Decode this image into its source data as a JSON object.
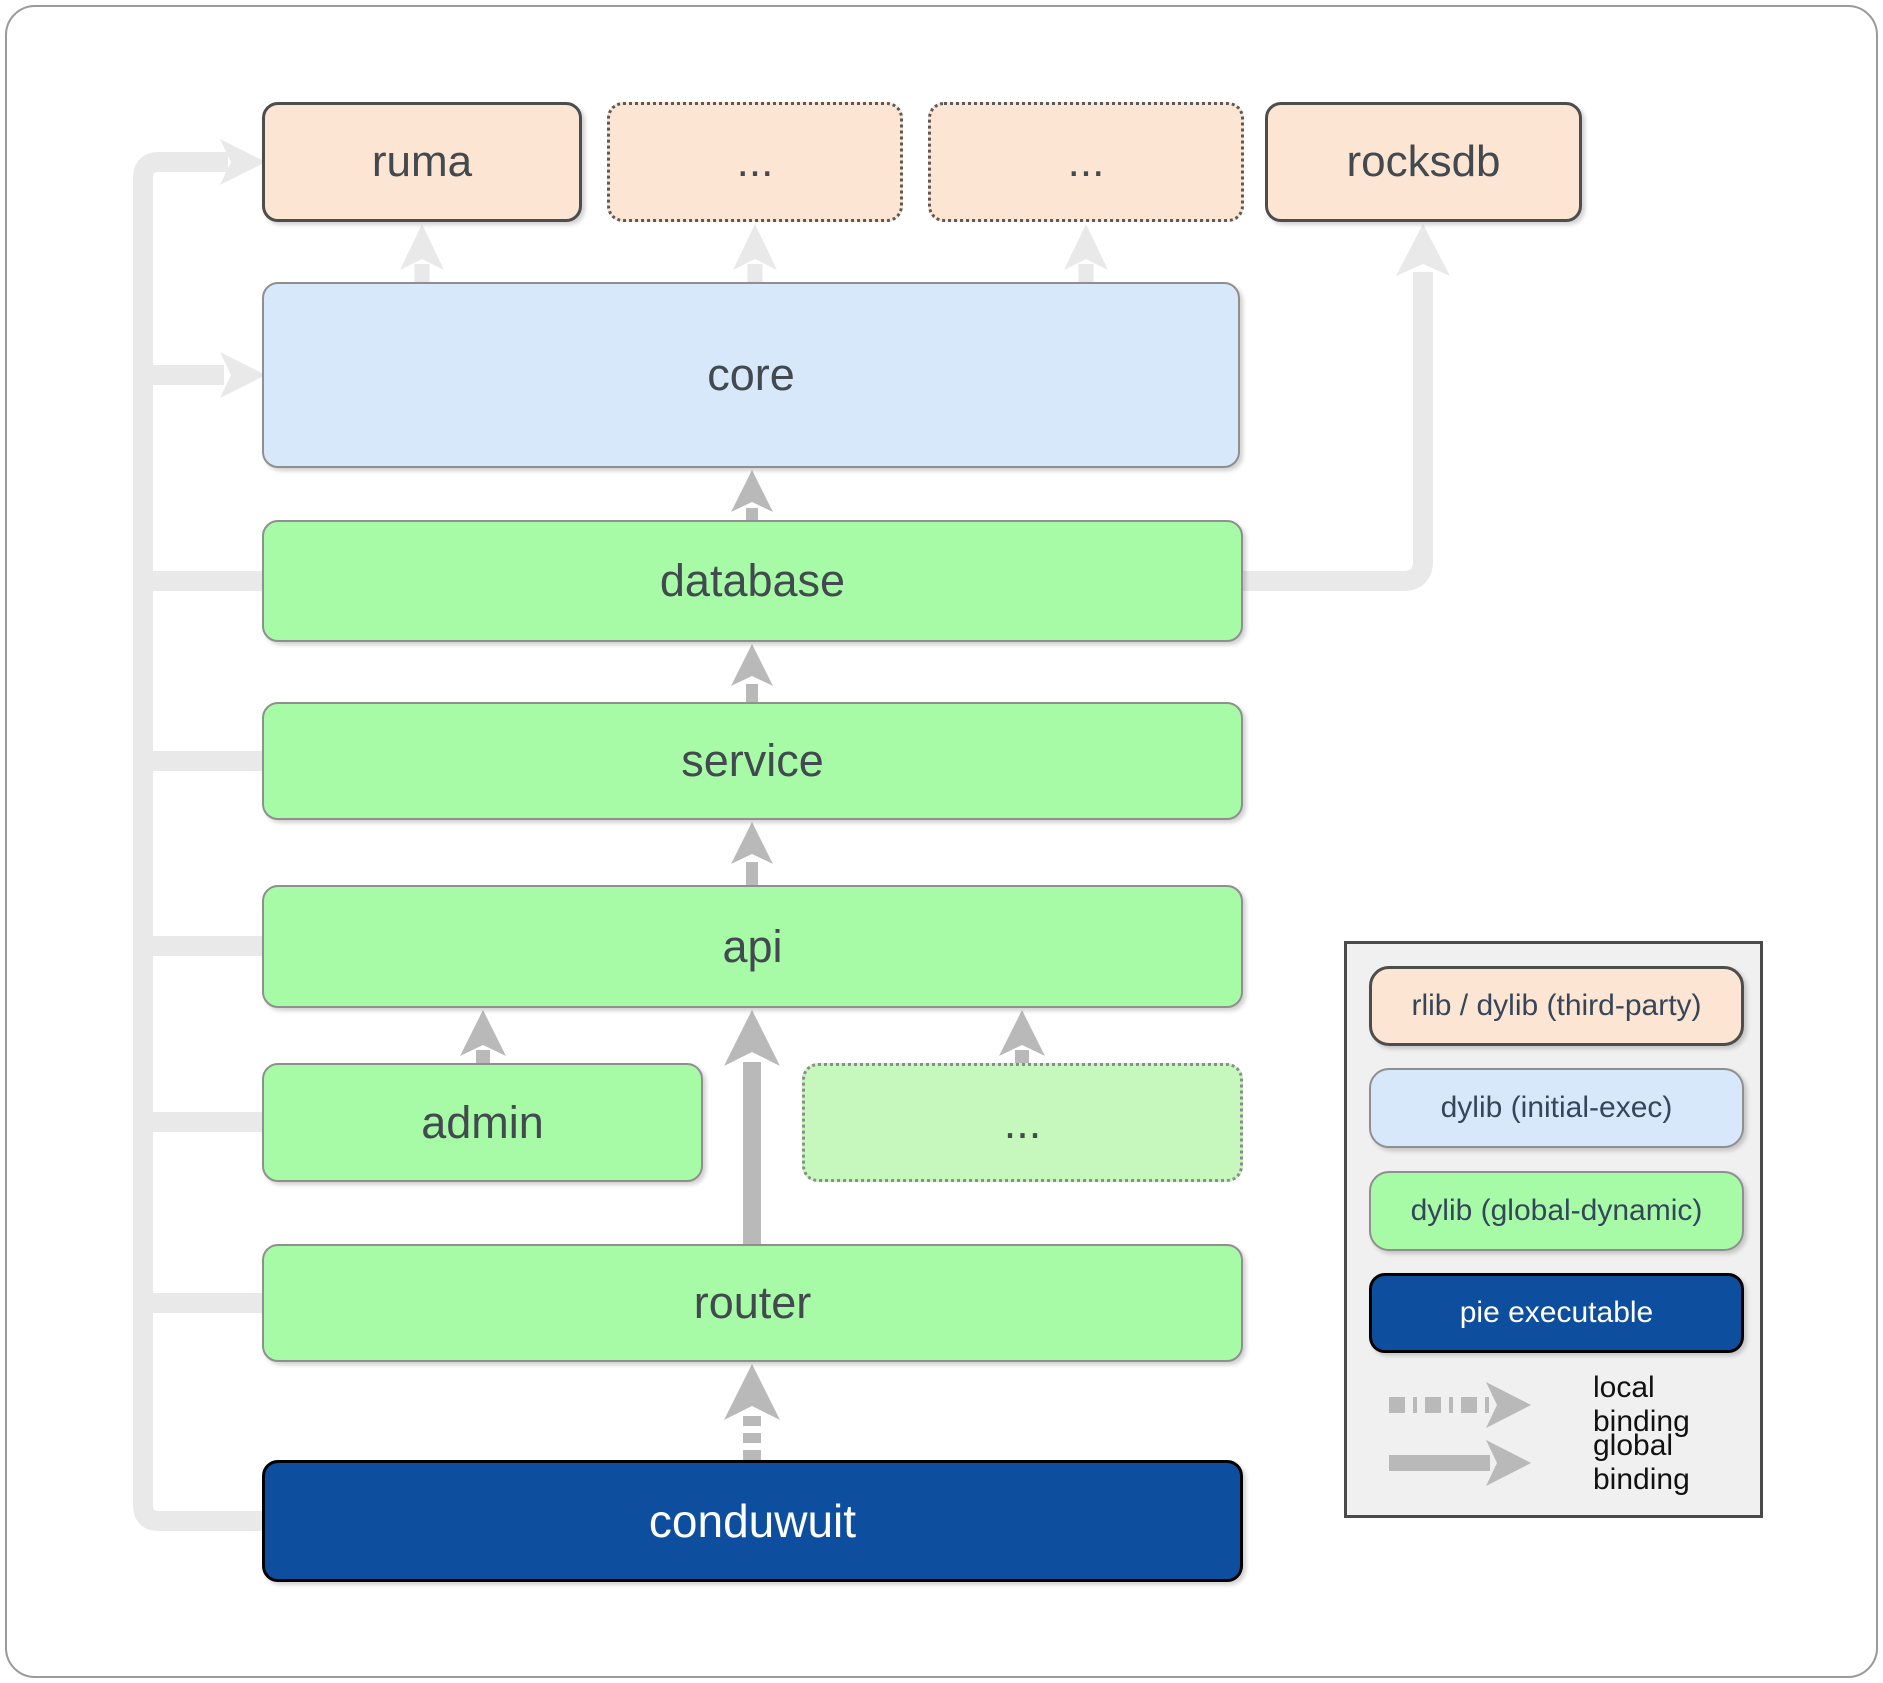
{
  "nodes": {
    "ruma": {
      "label": "ruma",
      "kind": "rlib / dylib (third-party)"
    },
    "ellipsis1": {
      "label": "...",
      "kind": "rlib / dylib (third-party)"
    },
    "ellipsis2": {
      "label": "...",
      "kind": "rlib / dylib (third-party)"
    },
    "rocksdb": {
      "label": "rocksdb",
      "kind": "rlib / dylib (third-party)"
    },
    "core": {
      "label": "core",
      "kind": "dylib (initial-exec)"
    },
    "database": {
      "label": "database",
      "kind": "dylib (global-dynamic)"
    },
    "service": {
      "label": "service",
      "kind": "dylib (global-dynamic)"
    },
    "api": {
      "label": "api",
      "kind": "dylib (global-dynamic)"
    },
    "admin": {
      "label": "admin",
      "kind": "dylib (global-dynamic)"
    },
    "ellipsis3": {
      "label": "...",
      "kind": "dylib (global-dynamic)"
    },
    "router": {
      "label": "router",
      "kind": "dylib (global-dynamic)"
    },
    "conduwuit": {
      "label": "conduwuit",
      "kind": "pie executable"
    }
  },
  "legend": {
    "items": [
      {
        "label": "rlib / dylib (third-party)",
        "type": "third-party"
      },
      {
        "label": "dylib (initial-exec)",
        "type": "initial-exec"
      },
      {
        "label": "dylib (global-dynamic)",
        "type": "global-dynamic"
      },
      {
        "label": "pie executable",
        "type": "pie-executable"
      }
    ],
    "bindings": [
      {
        "label": "local binding",
        "style": "dashed"
      },
      {
        "label": "global binding",
        "style": "solid"
      }
    ]
  },
  "colors": {
    "third_party_fill": "#fde5d3",
    "initial_exec_fill": "#d7e8fb",
    "global_dynamic_fill": "#a7fba7",
    "global_dynamic_pale_fill": "#c6f8bd",
    "pie_executable_fill": "#0d4f9e",
    "light_wire": "#e9e9e9",
    "arrow_gray": "#b9b9b9",
    "label_dark": "#42494f"
  }
}
